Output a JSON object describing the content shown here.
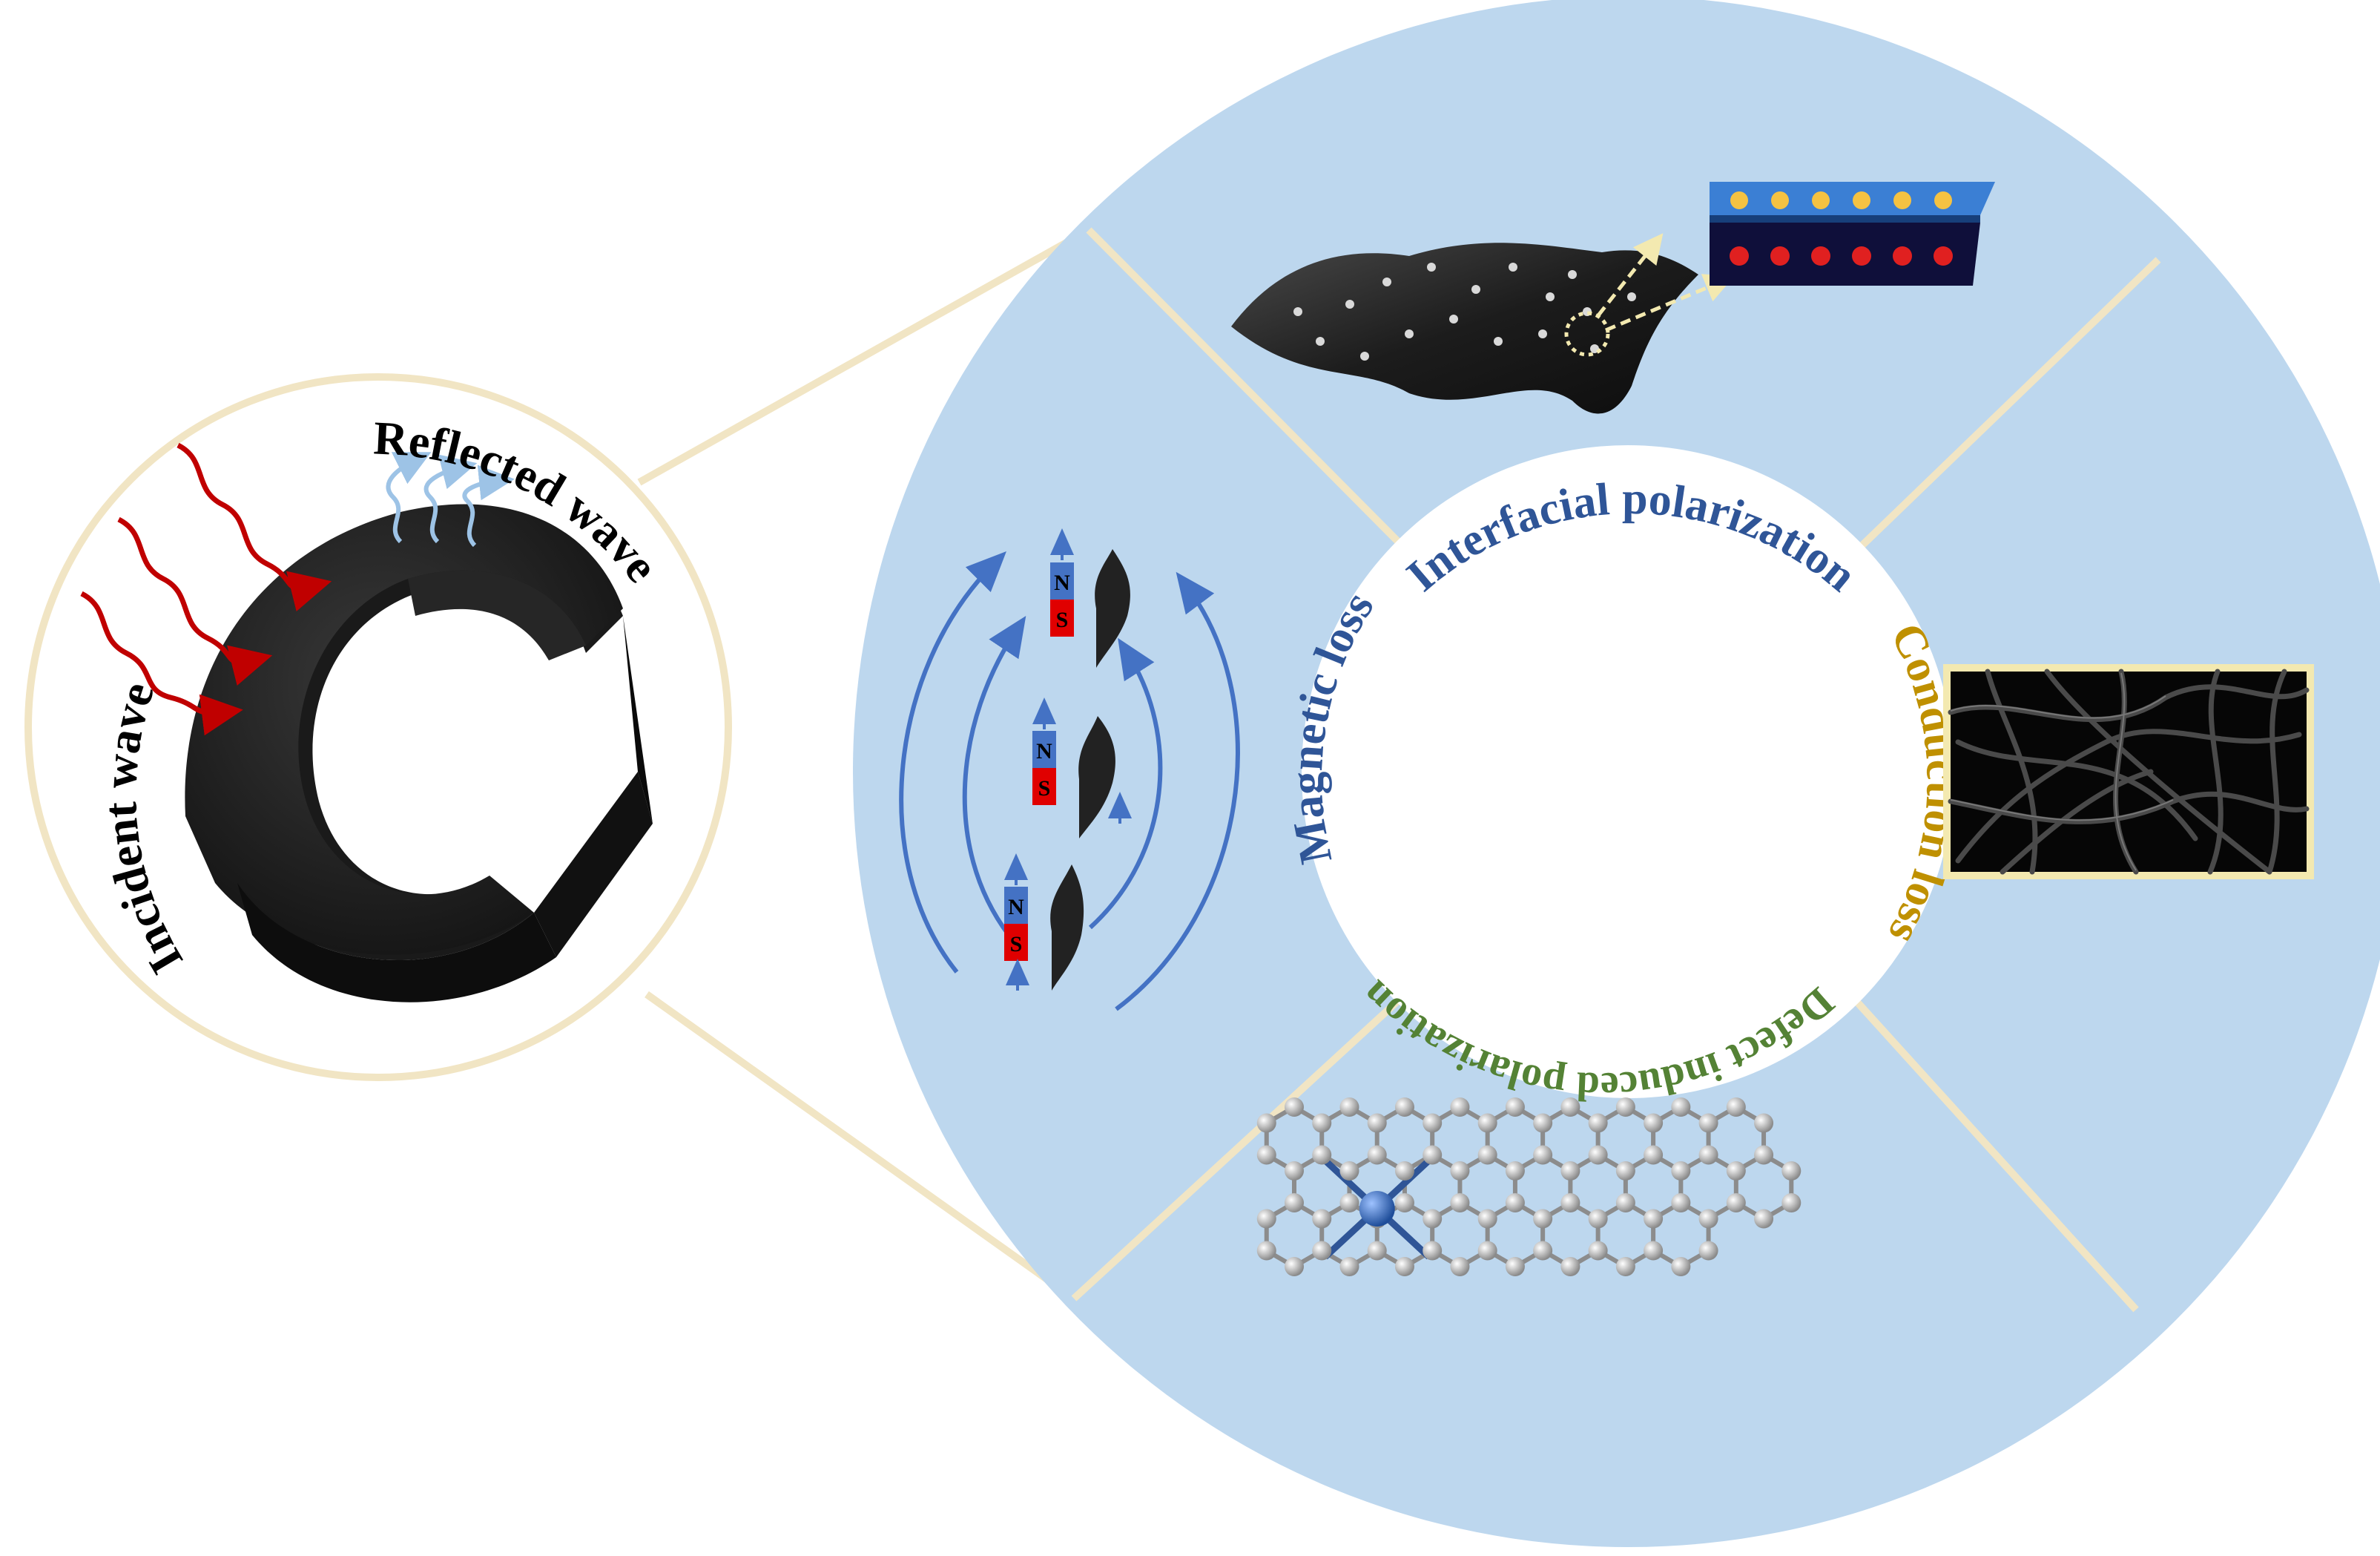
{
  "left_panel": {
    "incident_label": "Incident wave",
    "reflected_label": "Reflected wave"
  },
  "mechanisms": {
    "interfacial": "Interfacial polarization",
    "conduction": "Conduction loss",
    "defect": "Defect induced polarization",
    "magnetic": "Magnetic loss"
  },
  "magnet": {
    "north": "N",
    "south": "S"
  },
  "colors": {
    "disc_fill": "#bdd7ee",
    "frame": "#f1e5c4",
    "interfacial_text": "#2f5597",
    "magnetic_text": "#2f5597",
    "conduction_text": "#bf9000",
    "defect_text": "#548235",
    "incident_arrow": "#c00000",
    "reflected_arrow": "#9dc3e6",
    "field_lines": "#4472c4",
    "magnet_north": "#4472c4",
    "magnet_south": "#e00000",
    "dopant_atom": "#2f5597",
    "carbon_atom": "#a6a6a6"
  }
}
